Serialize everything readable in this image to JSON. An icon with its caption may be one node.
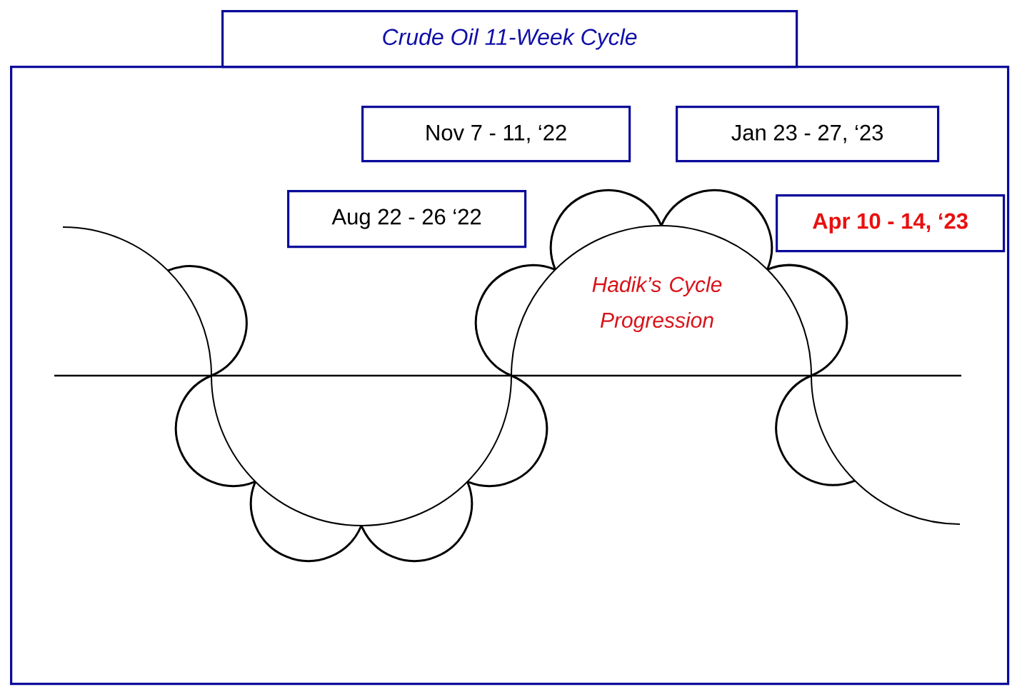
{
  "diagram": {
    "nodes": [
      {
        "text": [
          "Crude Oil 11-Week Cycle"
        ]
      },
      {
        "text": [],
        "shape": "box"
      },
      {
        "text": [
          "Nov 7 - 11, ‘22"
        ],
        "in": 1
      },
      {
        "text": [
          "Jan 23 - 27, ‘23"
        ],
        "in": 1
      },
      {
        "text": [
          "Aug 22 - 26 ‘22"
        ],
        "in": 1
      },
      {
        "text": [
          "Apr 10 - 14, ‘23"
        ],
        "in": 1
      }
    ],
    "labels": [
      "Hadik’s Cycle Progression"
    ]
  }
}
